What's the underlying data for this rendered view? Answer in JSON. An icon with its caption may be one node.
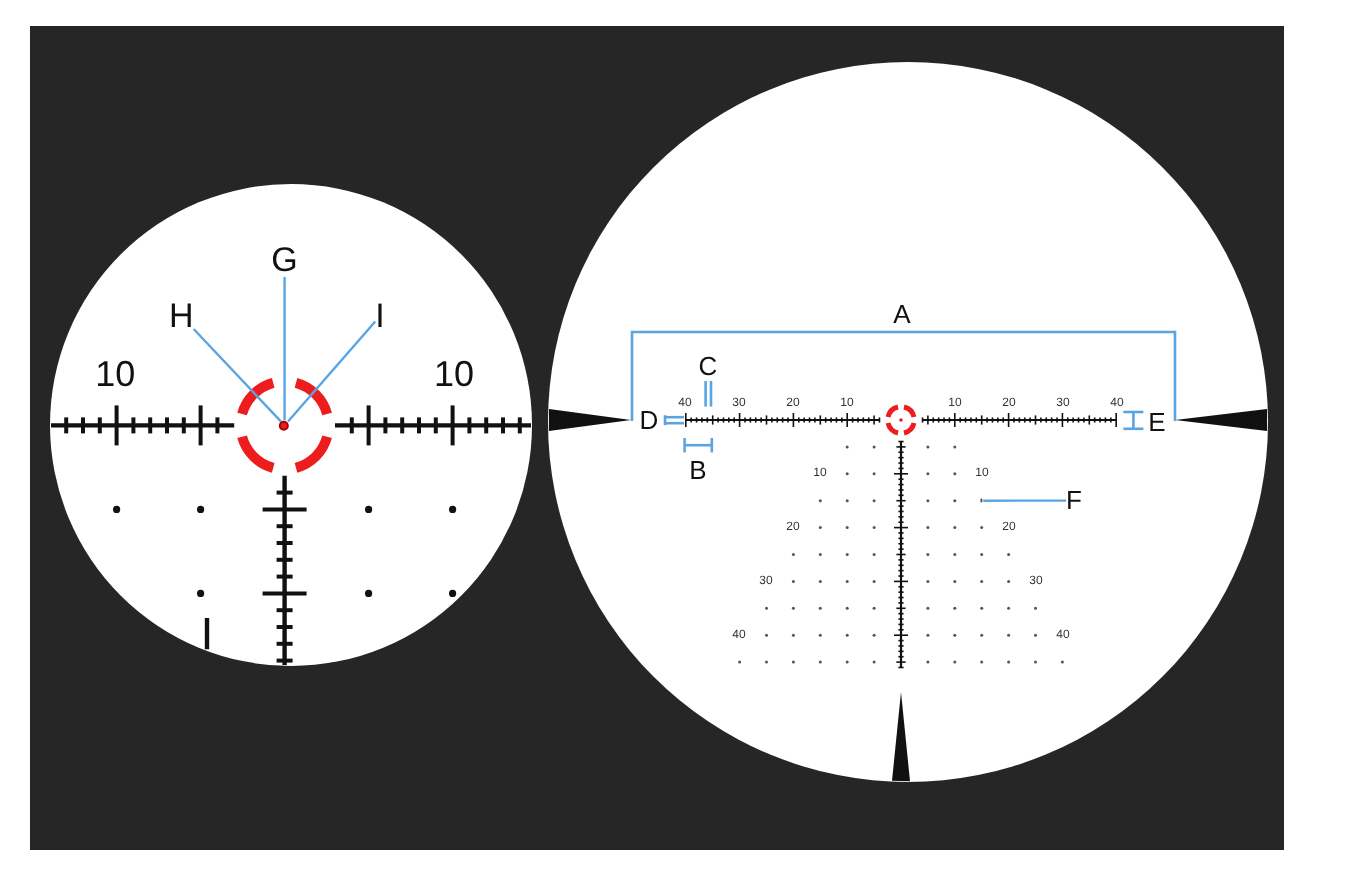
{
  "diagram": {
    "nodes": [
      {
        "text": [
          "G"
        ]
      },
      {
        "text": [
          "H"
        ]
      },
      {
        "text": [
          "I"
        ]
      },
      {
        "text": [],
        "shape": "circle"
      },
      {
        "text": [],
        "shape": "circle"
      },
      {
        "text": [
          "F"
        ]
      }
    ],
    "edges": [
      {
        "from": 0,
        "to": 3,
        "arrow": "none"
      },
      {
        "from": 1,
        "to": 3,
        "arrow": "none"
      },
      {
        "from": 2,
        "to": 3,
        "arrow": "none"
      },
      {
        "from": 5,
        "to": 4,
        "arrow": "none"
      }
    ],
    "labels": [
      "10",
      "10",
      "A",
      "C",
      "40",
      "30",
      "20",
      "10",
      "10",
      "20",
      "30",
      "40",
      "D",
      "E",
      "B",
      "10",
      "10",
      "20",
      "20",
      "30",
      "30",
      "40",
      "40"
    ]
  }
}
